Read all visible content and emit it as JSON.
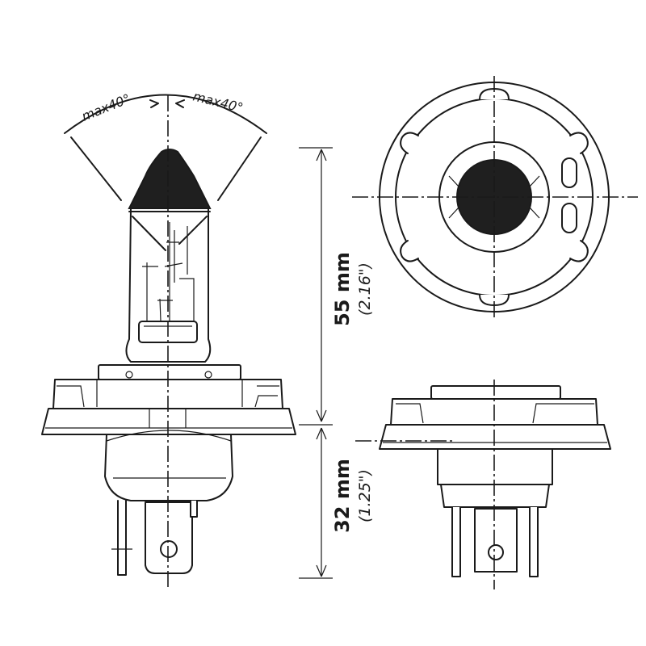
{
  "angle_labels": {
    "left": "max40°",
    "right": "max40°"
  },
  "dimensions": {
    "upper": {
      "metric": "55 mm",
      "imperial": "(2.16\")"
    },
    "lower": {
      "metric": "32 mm",
      "imperial": "(1.25\")"
    }
  },
  "colors": {
    "line": "#1a1a1a",
    "filled": "#1f1f1f",
    "background": "#ffffff"
  }
}
